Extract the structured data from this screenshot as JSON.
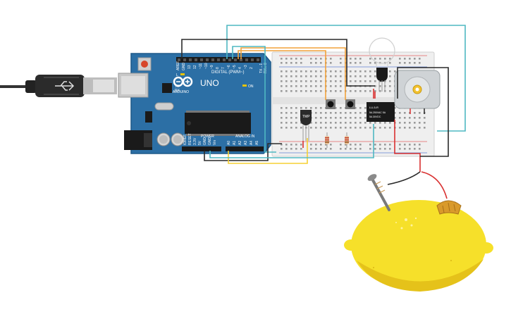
{
  "arduino": {
    "brand": "ARDUINO",
    "model": "UNO",
    "header_digital": "DIGITAL (PWM~)",
    "header_power": "POWER",
    "header_analog": "ANALOG IN",
    "label_aref": "AREF",
    "label_gnd": "GND",
    "label_tx": "TX",
    "label_rx": "RX",
    "label_l": "L",
    "label_on": "ON",
    "digital_pins": [
      "13",
      "12",
      "~11",
      "~10",
      "~9",
      "8",
      "7",
      "~6",
      "~5",
      "4",
      "~3",
      "2",
      "TX→1",
      "RX←0"
    ],
    "power_pins": [
      "IOREF",
      "RESET",
      "3.3V",
      "5V",
      "GND",
      "GND",
      "Vin"
    ],
    "analog_pins": [
      "A0",
      "A1",
      "A2",
      "A3",
      "A4",
      "A5"
    ]
  },
  "sensor": {
    "label": "TMP"
  },
  "relay": {
    "label_line1": "LU-5-R",
    "label_line2": "5A 250VAC 5A",
    "label_line3": "5A 30VDC"
  },
  "colors": {
    "board": "#2c6fa5",
    "board_edge": "#1f5a8a",
    "breadboard": "#efefef",
    "wire_teal": "#4fb8c2",
    "wire_orange": "#f2a23a",
    "wire_yellow": "#f5d033",
    "wire_black": "#2a2a2a",
    "wire_red": "#d93030",
    "lemon": "#f6e02a",
    "lemon_shadow": "#e5c21a"
  }
}
